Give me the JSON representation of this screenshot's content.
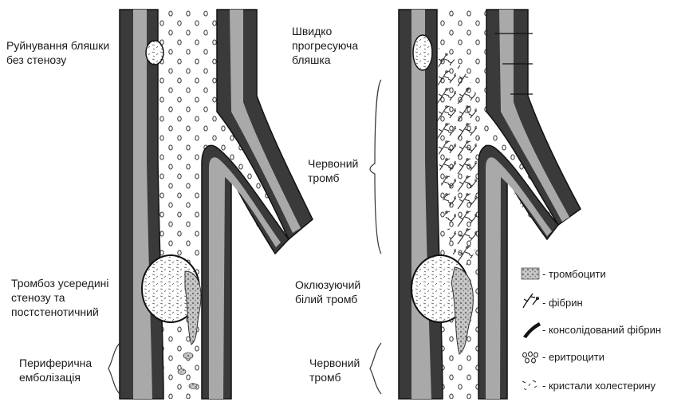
{
  "left_panel": {
    "labels": {
      "plaque_rupture": "Руйнування бляшки\nбез стенозу",
      "thrombosis": "Тромбоз усередині\nстенозу та\nпостстенотичний",
      "embolization": "Периферична\nемболізація"
    }
  },
  "right_panel": {
    "labels": {
      "rapid_plaque": "Швидко\nпрогресуюча\nбляшка",
      "red_thrombus_top": "Червоний\nтромб",
      "white_thrombus": "Оклюзуючий\nбілий тромб",
      "red_thrombus_bottom": "Червоний\nтромб"
    }
  },
  "legend": {
    "items": [
      {
        "icon": "platelet-icon",
        "label": "- тромбоцити"
      },
      {
        "icon": "fibrin-icon",
        "label": "- фібрин"
      },
      {
        "icon": "consolidated-fibrin-icon",
        "label": "- консолідований фібрин"
      },
      {
        "icon": "erythrocyte-icon",
        "label": "- еритроцити"
      },
      {
        "icon": "cholesterol-crystal-icon",
        "label": "- кристали холестерину"
      }
    ]
  },
  "colors": {
    "vessel_outer": "#3a3a3a",
    "vessel_media": "#a9a9a9",
    "vessel_inner": "#2c2c2c",
    "platelet": "#9a9a9a",
    "ink": "#1a1a1a"
  }
}
